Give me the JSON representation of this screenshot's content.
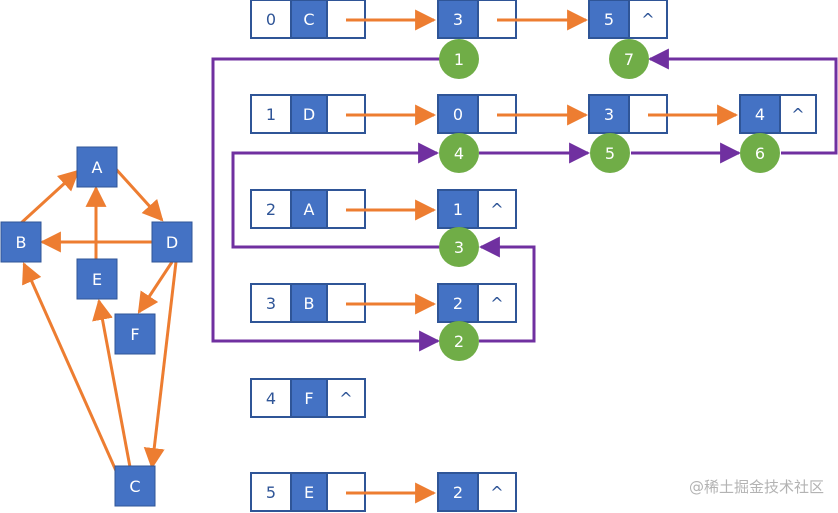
{
  "graph": {
    "nodes": [
      {
        "id": "A",
        "label": "A"
      },
      {
        "id": "B",
        "label": "B"
      },
      {
        "id": "D",
        "label": "D"
      },
      {
        "id": "E",
        "label": "E"
      },
      {
        "id": "F",
        "label": "F"
      },
      {
        "id": "C",
        "label": "C"
      }
    ],
    "edges": [
      [
        "B",
        "A"
      ],
      [
        "A",
        "D"
      ],
      [
        "D",
        "B"
      ],
      [
        "E",
        "A"
      ],
      [
        "D",
        "F"
      ],
      [
        "D",
        "C"
      ],
      [
        "C",
        "B"
      ],
      [
        "C",
        "E"
      ]
    ]
  },
  "adjacency_list": {
    "rows": [
      {
        "index": "0",
        "vertex": "C",
        "edges": [
          "3",
          "5"
        ]
      },
      {
        "index": "1",
        "vertex": "D",
        "edges": [
          "0",
          "3",
          "4"
        ]
      },
      {
        "index": "2",
        "vertex": "A",
        "edges": [
          "1"
        ]
      },
      {
        "index": "3",
        "vertex": "B",
        "edges": [
          "2"
        ]
      },
      {
        "index": "4",
        "vertex": "F",
        "edges": []
      },
      {
        "index": "5",
        "vertex": "E",
        "edges": [
          "2"
        ]
      }
    ],
    "null_symbol": "^"
  },
  "traversal_order": [
    "1",
    "2",
    "3",
    "4",
    "5",
    "6",
    "7"
  ],
  "colors": {
    "box": "#4472c4",
    "box_border": "#2f5597",
    "edge": "#ed7d31",
    "traversal": "#7030a0",
    "order_circle": "#70ad47"
  },
  "watermark": "@稀土掘金技术社区"
}
